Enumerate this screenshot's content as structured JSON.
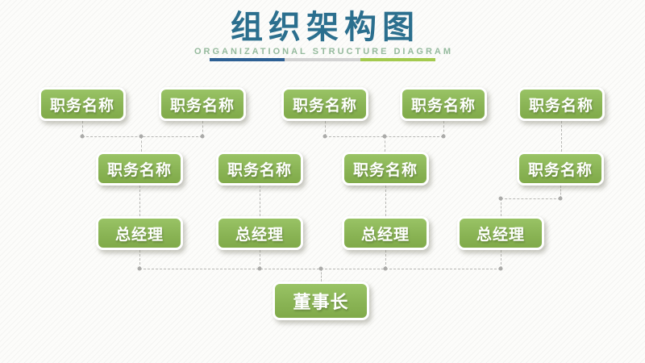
{
  "slide": {
    "title": "组织架构图",
    "subtitle": "ORGANIZATIONAL STRUCTURE DIAGRAM",
    "title_color": "#2b6f8e",
    "divider_colors": {
      "left": "#2d6094",
      "middle": "#d3d3d3",
      "right": "#a4ca4e"
    },
    "node_color": "#8cb958",
    "connector_color": "#b7b7b4"
  },
  "org_chart": {
    "type": "tree",
    "levels": [
      {
        "level": 1,
        "role": "position",
        "nodes": [
          {
            "label": "职务名称"
          },
          {
            "label": "职务名称"
          },
          {
            "label": "职务名称"
          },
          {
            "label": "职务名称"
          },
          {
            "label": "职务名称"
          }
        ]
      },
      {
        "level": 2,
        "role": "position",
        "nodes": [
          {
            "label": "职务名称"
          },
          {
            "label": "职务名称"
          },
          {
            "label": "职务名称"
          },
          {
            "label": "职务名称"
          }
        ]
      },
      {
        "level": 3,
        "role": "general-manager",
        "nodes": [
          {
            "label": "总经理"
          },
          {
            "label": "总经理"
          },
          {
            "label": "总经理"
          },
          {
            "label": "总经理"
          }
        ]
      },
      {
        "level": 4,
        "role": "chairman",
        "nodes": [
          {
            "label": "董事长"
          }
        ]
      }
    ]
  }
}
